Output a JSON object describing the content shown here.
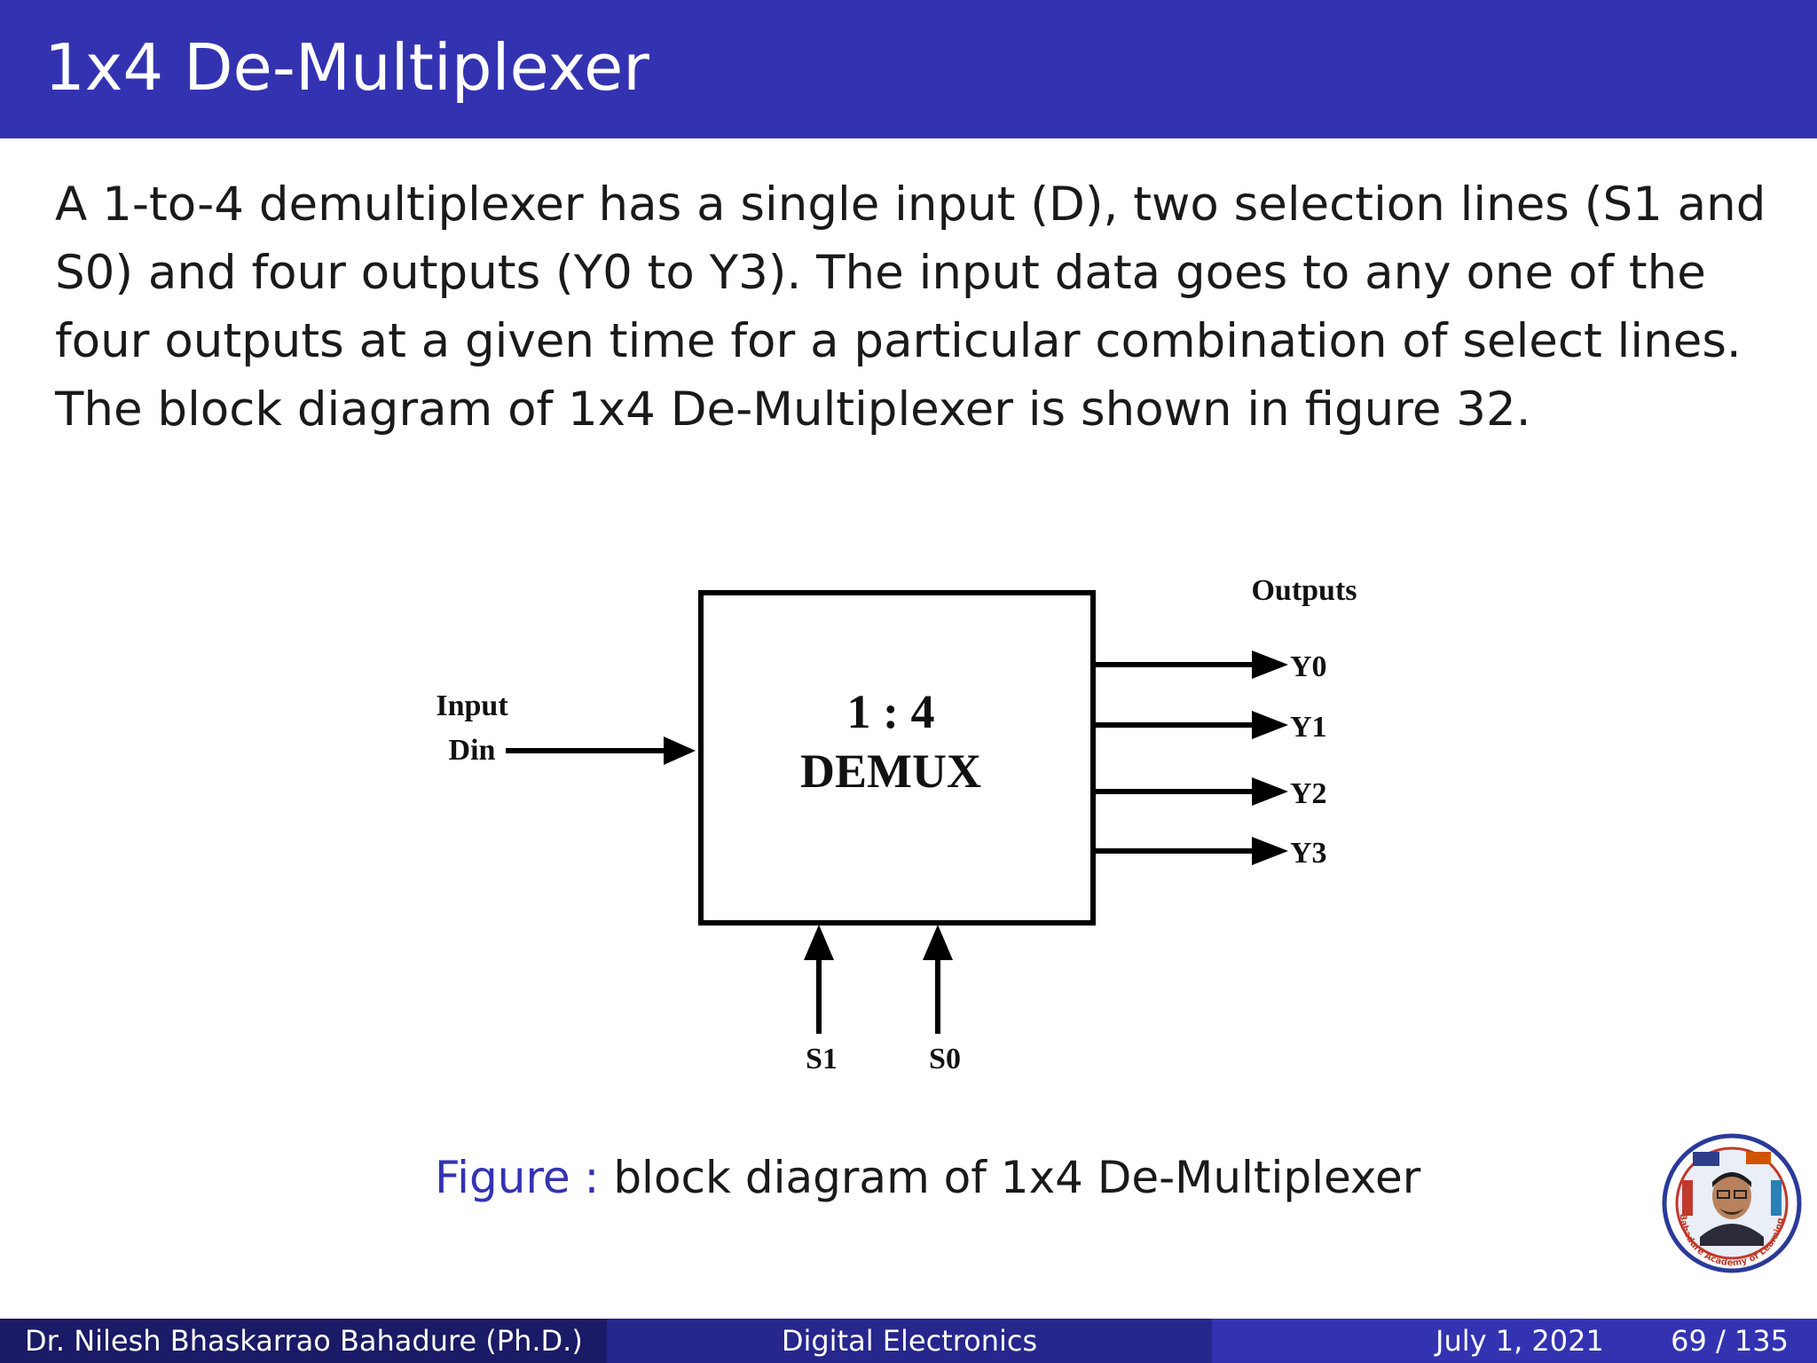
{
  "slide": {
    "title": "1x4 De-Multiplexer",
    "body": "A 1-to-4 demultiplexer has a single input (D), two selection lines (S1 and S0) and four outputs (Y0 to Y3). The input data goes to any one of the four outputs at a given time for a particular combination of select lines. The block diagram of 1x4 De-Multiplexer is shown in figure 32."
  },
  "diagram": {
    "block_line1": "1 : 4",
    "block_line2": "DEMUX",
    "input_label": "Input",
    "input_name": "Din",
    "outputs_label": "Outputs",
    "outputs": [
      "Y0",
      "Y1",
      "Y2",
      "Y3"
    ],
    "selects": [
      "S1",
      "S0"
    ]
  },
  "caption": {
    "prefix": "Figure :",
    "text": "block diagram of 1x4 De-Multiplexer"
  },
  "logo": {
    "text": "Bahadure Academy of Learning"
  },
  "footer": {
    "author": "Dr. Nilesh Bhaskarrao Bahadure (Ph.D.)",
    "course": "Digital Electronics",
    "date": "July 1, 2021",
    "page": "69 / 135"
  },
  "colors": {
    "header_bg": "#3333b2",
    "footer_dark": "#1a1a66",
    "footer_mid": "#26268c",
    "footer_light": "#3333b2",
    "caption_prefix": "#3333b2"
  }
}
